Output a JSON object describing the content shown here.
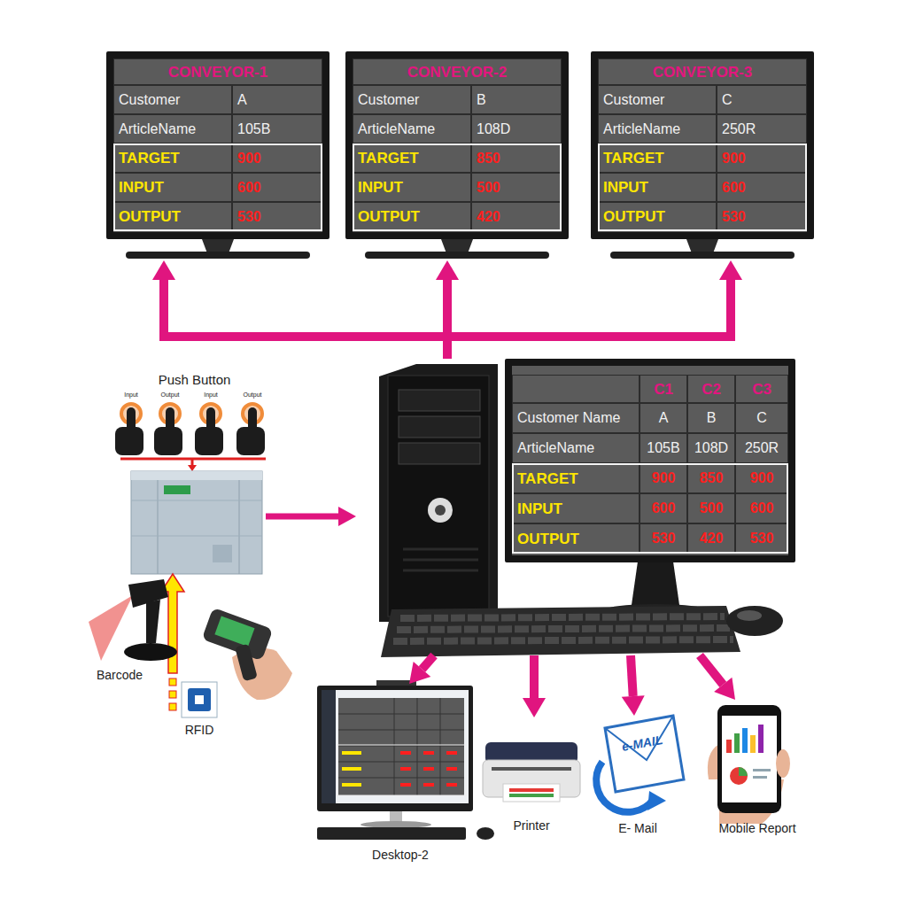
{
  "diagram": {
    "nodes": [
      {
        "text": [
          "CONVEYOR-1",
          "Customer",
          "A",
          "ArticleName",
          "105B",
          "TARGET",
          "900",
          "INPUT",
          "600",
          "OUTPUT",
          "530"
        ]
      },
      {
        "text": [
          "CONVEYOR-2",
          "Customer",
          "B",
          "ArticleName",
          "108D",
          "TARGET",
          "850",
          "INPUT",
          "500",
          "OUTPUT",
          "420"
        ]
      },
      {
        "text": [
          "CONVEYOR-3",
          "Customer",
          "C",
          "ArticleName",
          "250R",
          "TARGET",
          "900",
          "INPUT",
          "600",
          "OUTPUT",
          "530"
        ]
      },
      {
        "text": [
          "Push Button",
          "Input",
          "Output",
          "Input",
          "Output"
        ]
      },
      {
        "text": [
          "C1",
          "C2",
          "C3",
          "Customer Name",
          "A",
          "B",
          "C",
          "ArticleName",
          "105B",
          "108D",
          "250R",
          "TARGET",
          "900",
          "850",
          "900",
          "INPUT",
          "600",
          "500",
          "600",
          "OUTPUT",
          "530",
          "420",
          "530"
        ]
      },
      {
        "text": [
          "Barcode"
        ]
      },
      {
        "text": [
          "RFID"
        ]
      },
      {
        "text": [
          "Desktop-2"
        ]
      },
      {
        "text": [
          "Printer"
        ]
      },
      {
        "text": [
          "e-MAIL",
          "E- Mail"
        ]
      },
      {
        "text": [
          "Mobile Report"
        ]
      }
    ],
    "edges": [
      {
        "from": 4,
        "to": 0,
        "arrow": "to"
      },
      {
        "from": 4,
        "to": 1,
        "arrow": "to"
      },
      {
        "from": 4,
        "to": 2,
        "arrow": "to"
      },
      {
        "from": 4,
        "to": 7,
        "arrow": "to"
      },
      {
        "from": 4,
        "to": 8,
        "arrow": "to"
      },
      {
        "from": 4,
        "to": 9,
        "arrow": "to"
      },
      {
        "from": 4,
        "to": 10,
        "arrow": "to"
      }
    ]
  }
}
